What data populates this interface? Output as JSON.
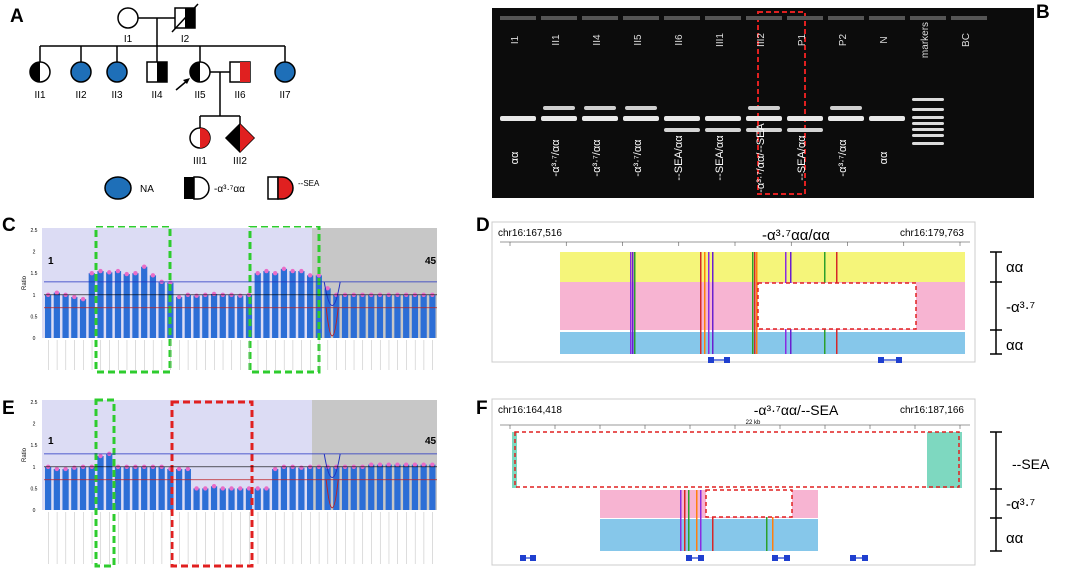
{
  "panels": {
    "A": "A",
    "B": "B",
    "C": "C",
    "D": "D",
    "E": "E",
    "F": "F"
  },
  "pedigree": {
    "members": [
      "I1",
      "I2",
      "II1",
      "II2",
      "II3",
      "II4",
      "II5",
      "II6",
      "II7",
      "III1",
      "III2"
    ],
    "legend": {
      "na": "NA",
      "a37": "-α³·⁷αα",
      "sea": "--SEA"
    },
    "colors": {
      "na": "#1e6fb8",
      "a37": "#000000",
      "sea": "#e02020"
    }
  },
  "gel": {
    "lanes": [
      "I1",
      "II1",
      "II4",
      "II5",
      "II6",
      "III1",
      "III2",
      "P1",
      "P2",
      "N",
      "markers",
      "BC"
    ],
    "genotypes": [
      "αα",
      "-α³·⁷/αα",
      "-α³·⁷/αα",
      "-α³·⁷/αα",
      "--SEA/αα",
      "--SEA/αα",
      "-α³·⁷/αα/--SEA",
      "--SEA/αα",
      "-α³·⁷/αα",
      "αα",
      "",
      ""
    ]
  },
  "chart_C": {
    "start_label": "1",
    "end_label": "45",
    "ylabel": "Ratio",
    "yticks": [
      "2.5",
      "2",
      "1.5",
      "1",
      "0.5",
      "0"
    ],
    "chart_data": {
      "type": "bar",
      "values": [
        1.0,
        1.05,
        1.0,
        0.95,
        0.9,
        1.5,
        1.55,
        1.52,
        1.55,
        1.48,
        1.5,
        1.65,
        1.45,
        1.3,
        1.28,
        0.95,
        1.0,
        0.98,
        1.0,
        1.02,
        1.0,
        1.0,
        0.98,
        1.0,
        1.5,
        1.55,
        1.5,
        1.6,
        1.55,
        1.55,
        1.45,
        1.45,
        1.15,
        1.0,
        1.0,
        1.0,
        1.0,
        1.0,
        1.0,
        1.0,
        1.0,
        1.0,
        1.0,
        1.0,
        1.0
      ],
      "ylim": [
        0,
        2.5
      ]
    }
  },
  "chart_E": {
    "start_label": "1",
    "end_label": "45",
    "ylabel": "Ratio",
    "yticks": [
      "2.5",
      "2",
      "1.5",
      "1",
      "0.5",
      "0"
    ],
    "chart_data": {
      "type": "bar",
      "values": [
        1.0,
        0.95,
        0.95,
        0.98,
        1.0,
        1.0,
        1.25,
        1.3,
        1.0,
        1.0,
        1.0,
        1.0,
        1.0,
        1.0,
        0.95,
        0.95,
        0.95,
        0.5,
        0.5,
        0.55,
        0.5,
        0.5,
        0.5,
        0.5,
        0.5,
        0.5,
        0.95,
        1.0,
        1.0,
        0.98,
        1.0,
        1.0,
        1.0,
        1.0,
        1.0,
        1.0,
        1.0,
        1.05,
        1.05,
        1.05,
        1.05,
        1.05,
        1.05,
        1.05,
        1.05
      ],
      "ylim": [
        0,
        2.5
      ]
    }
  },
  "igv_D": {
    "left": "chr16:167,516",
    "right": "chr16:179,763",
    "title": "-α³·⁷αα/αα",
    "labels": [
      "αα",
      "-α³·⁷",
      "αα"
    ]
  },
  "igv_F": {
    "left": "chr16:164,418",
    "right": "chr16:187,166",
    "title": "-α³·⁷αα/--SEA",
    "scale": "22 kb",
    "labels": [
      "--SEA",
      "-α³·⁷",
      "αα"
    ]
  }
}
